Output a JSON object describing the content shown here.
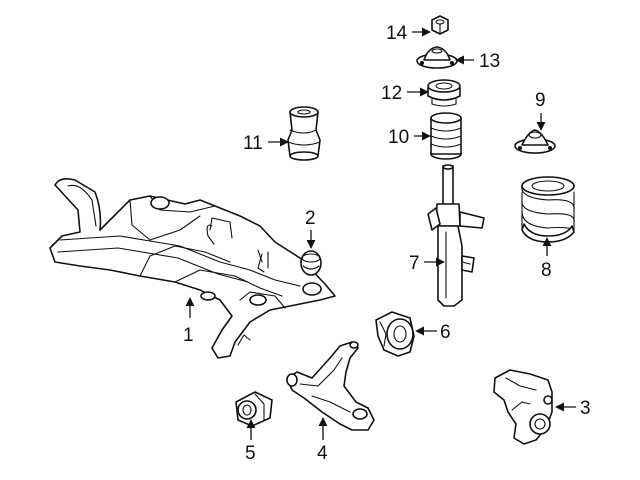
{
  "diagram": {
    "callouts": [
      {
        "id": 1,
        "label": "1"
      },
      {
        "id": 2,
        "label": "2"
      },
      {
        "id": 3,
        "label": "3"
      },
      {
        "id": 4,
        "label": "4"
      },
      {
        "id": 5,
        "label": "5"
      },
      {
        "id": 6,
        "label": "6"
      },
      {
        "id": 7,
        "label": "7"
      },
      {
        "id": 8,
        "label": "8"
      },
      {
        "id": 9,
        "label": "9"
      },
      {
        "id": 10,
        "label": "10"
      },
      {
        "id": 11,
        "label": "11"
      },
      {
        "id": 12,
        "label": "12"
      },
      {
        "id": 13,
        "label": "13"
      },
      {
        "id": 14,
        "label": "14"
      }
    ],
    "colors": {
      "line": "#111111",
      "background": "#ffffff"
    }
  }
}
